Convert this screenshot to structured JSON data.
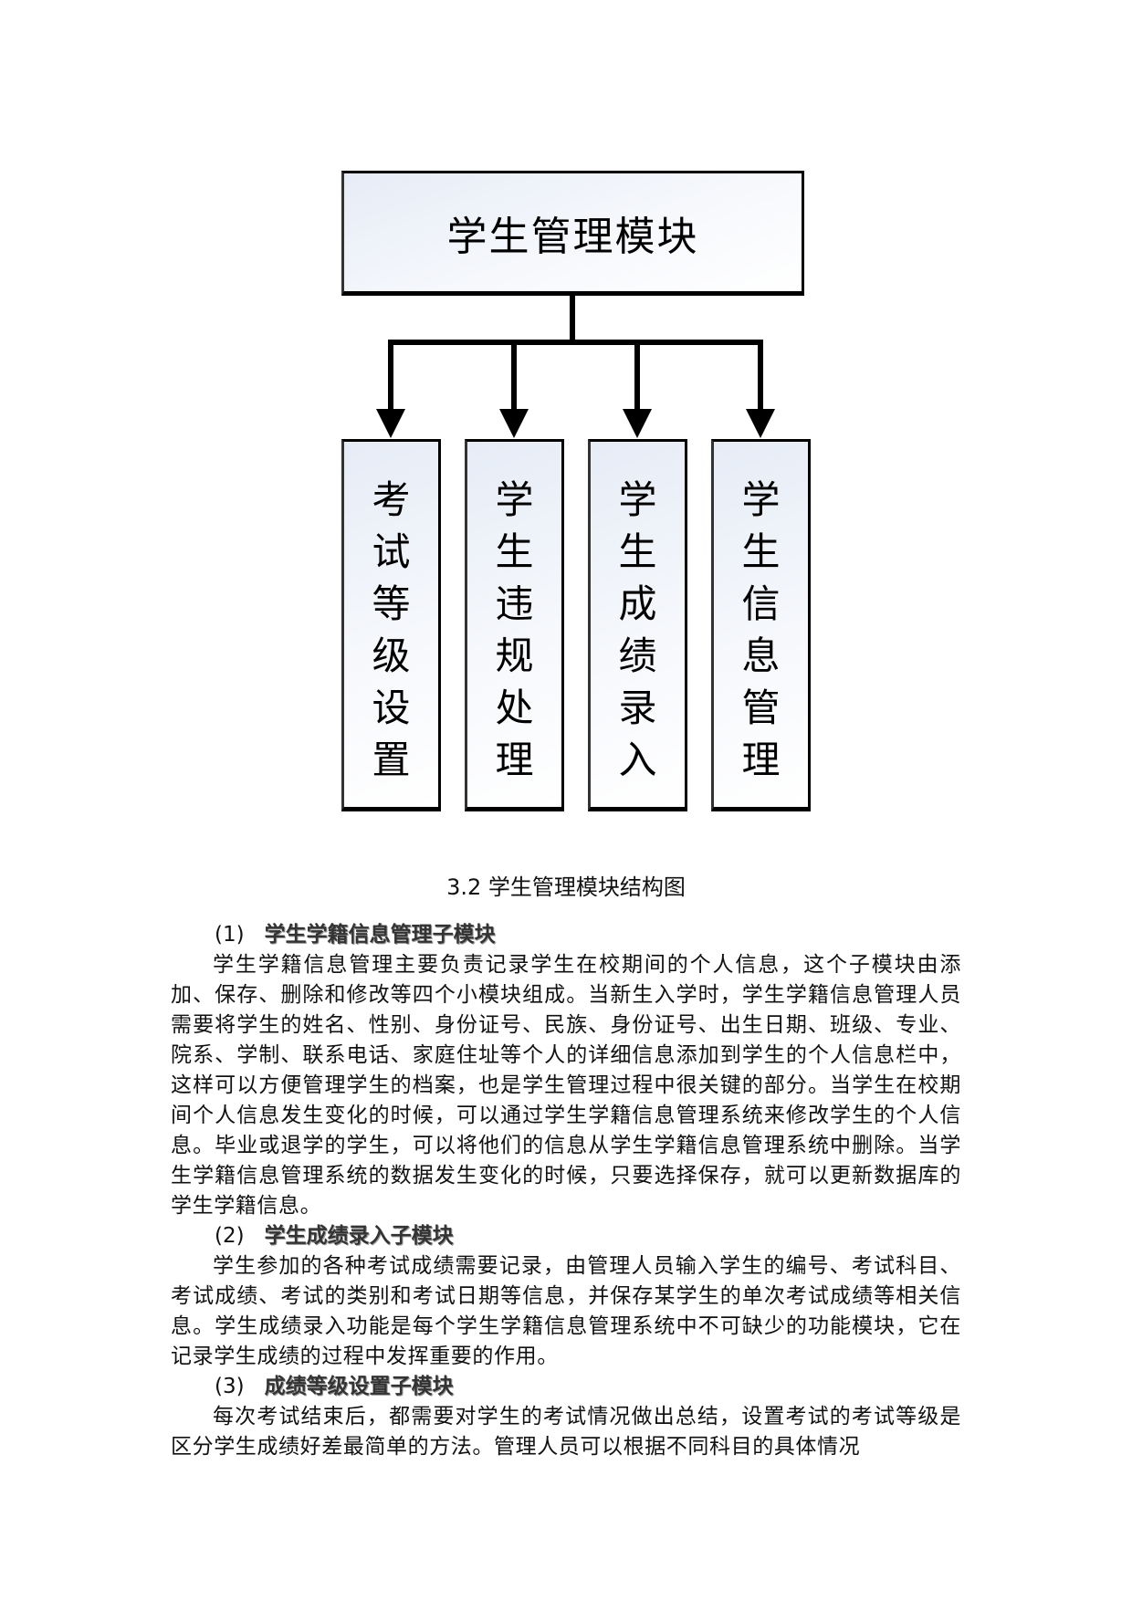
{
  "diagram": {
    "root": {
      "label": "学生管理模块"
    },
    "children": [
      {
        "label": "考试等级设置"
      },
      {
        "label": "学生违规处理"
      },
      {
        "label": "学生成绩录入"
      },
      {
        "label": "学生信息管理"
      }
    ],
    "caption": "3.2 学生管理模块结构图",
    "colors": {
      "border": "#000000",
      "box_fill_top": "#e6ecf6",
      "box_fill_bottom": "#ffffff"
    }
  },
  "sections": [
    {
      "number": "(1)",
      "title": "学生学籍信息管理子模块",
      "paragraph": "学生学籍信息管理主要负责记录学生在校期间的个人信息，这个子模块由添加、保存、删除和修改等四个小模块组成。当新生入学时，学生学籍信息管理人员需要将学生的姓名、性别、身份证号、民族、身份证号、出生日期、班级、专业、院系、学制、联系电话、家庭住址等个人的详细信息添加到学生的个人信息栏中，这样可以方便管理学生的档案，也是学生管理过程中很关键的部分。当学生在校期间个人信息发生变化的时候，可以通过学生学籍信息管理系统来修改学生的个人信息。毕业或退学的学生，可以将他们的信息从学生学籍信息管理系统中删除。当学生学籍信息管理系统的数据发生变化的时候，只要选择保存，就可以更新数据库的学生学籍信息。"
    },
    {
      "number": "(2)",
      "title": "学生成绩录入子模块",
      "paragraph": "学生参加的各种考试成绩需要记录，由管理人员输入学生的编号、考试科目、考试成绩、考试的类别和考试日期等信息，并保存某学生的单次考试成绩等相关信息。学生成绩录入功能是每个学生学籍信息管理系统中不可缺少的功能模块，它在记录学生成绩的过程中发挥重要的作用。"
    },
    {
      "number": "(3)",
      "title": "成绩等级设置子模块",
      "paragraph": "每次考试结束后，都需要对学生的考试情况做出总结，设置考试的考试等级是区分学生成绩好差最简单的方法。管理人员可以根据不同科目的具体情况"
    }
  ]
}
